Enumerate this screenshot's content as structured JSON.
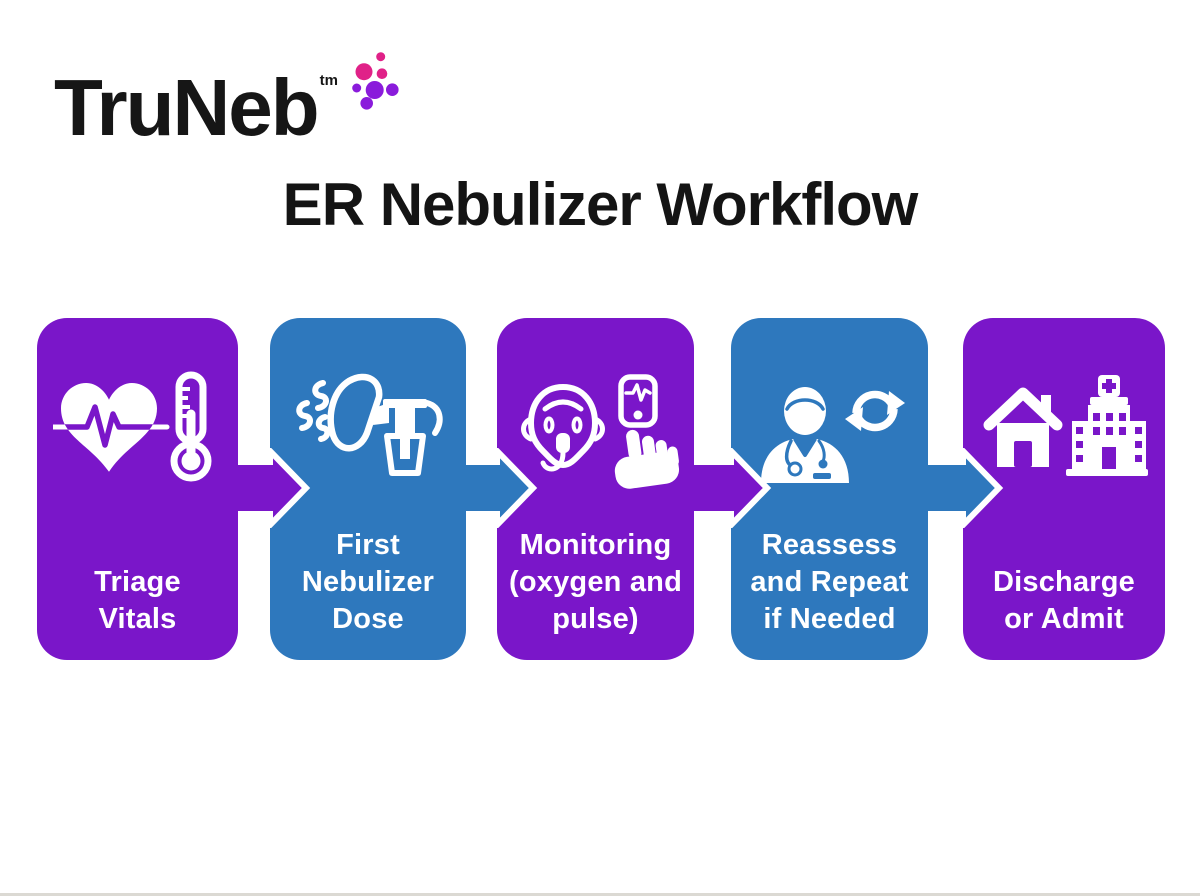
{
  "logo": {
    "text": "TruNeb",
    "trademark": "tm"
  },
  "title": "ER Nebulizer Workflow",
  "workflow": {
    "steps": [
      {
        "name": "triage-vitals",
        "label": "Triage Vitals",
        "lines": [
          "Triage",
          "Vitals"
        ],
        "color": "#7a16c9",
        "icon": "heart-pulse-and-thermometer"
      },
      {
        "name": "first-nebulizer-dose",
        "label": "First Nebulizer Dose",
        "lines": [
          "First",
          "Nebulizer",
          "Dose"
        ],
        "color": "#2e78bd",
        "icon": "nebulizer-mask"
      },
      {
        "name": "monitoring-oxygen-pulse",
        "label": "Monitoring (oxygen and pulse)",
        "lines": [
          "Monitoring",
          "(oxygen and",
          "pulse)"
        ],
        "color": "#7a16c9",
        "icon": "oxygen-mask-and-pulse-oximeter"
      },
      {
        "name": "reassess-repeat",
        "label": "Reassess and Repeat if Needed",
        "lines": [
          "Reassess",
          "and Repeat",
          "if Needed"
        ],
        "color": "#2e78bd",
        "icon": "doctor-and-repeat-arrows"
      },
      {
        "name": "discharge-admit",
        "label": "Discharge or Admit",
        "lines": [
          "Discharge",
          "or Admit"
        ],
        "color": "#7a16c9",
        "icon": "home-and-hospital"
      }
    ],
    "arrows": [
      {
        "color": "#7a16c9"
      },
      {
        "color": "#2e78bd"
      },
      {
        "color": "#7a16c9"
      },
      {
        "color": "#2e78bd"
      }
    ]
  },
  "colors": {
    "step_purple": "#7a16c9",
    "step_blue": "#2e78bd",
    "icon_white": "#ffffff",
    "logo_black": "#161616",
    "logo_pink": "#e02188",
    "logo_purple": "#8a1bdb",
    "title_black": "#141414",
    "background": "#ffffff"
  }
}
